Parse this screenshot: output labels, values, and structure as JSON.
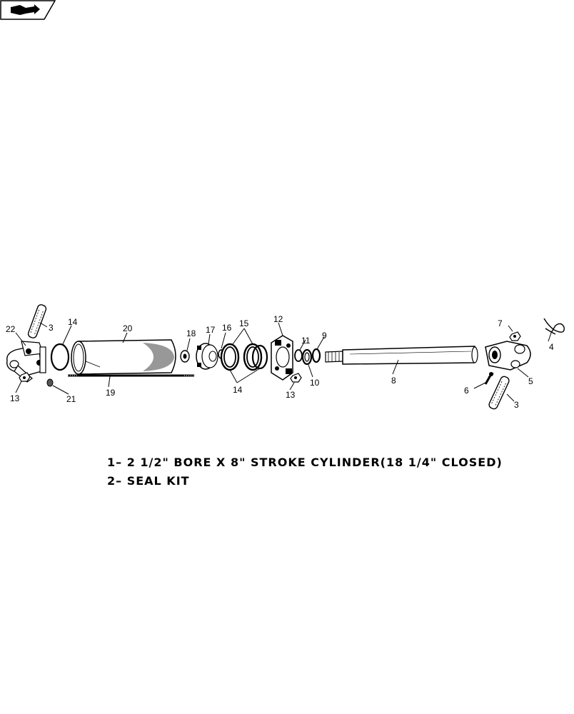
{
  "nav_icon": "arrow-right-icon",
  "parts": [
    "22",
    "3",
    "14",
    "20",
    "18",
    "17",
    "16",
    "15",
    "12",
    "11",
    "9",
    "7",
    "4",
    "13",
    "21",
    "19",
    "14",
    "13",
    "10",
    "8",
    "5",
    "6",
    "3"
  ],
  "legend": [
    "1– 2 1/2\" BORE X 8\" STROKE CYLINDER(18 1/4\" CLOSED)",
    "2– SEAL KIT"
  ]
}
